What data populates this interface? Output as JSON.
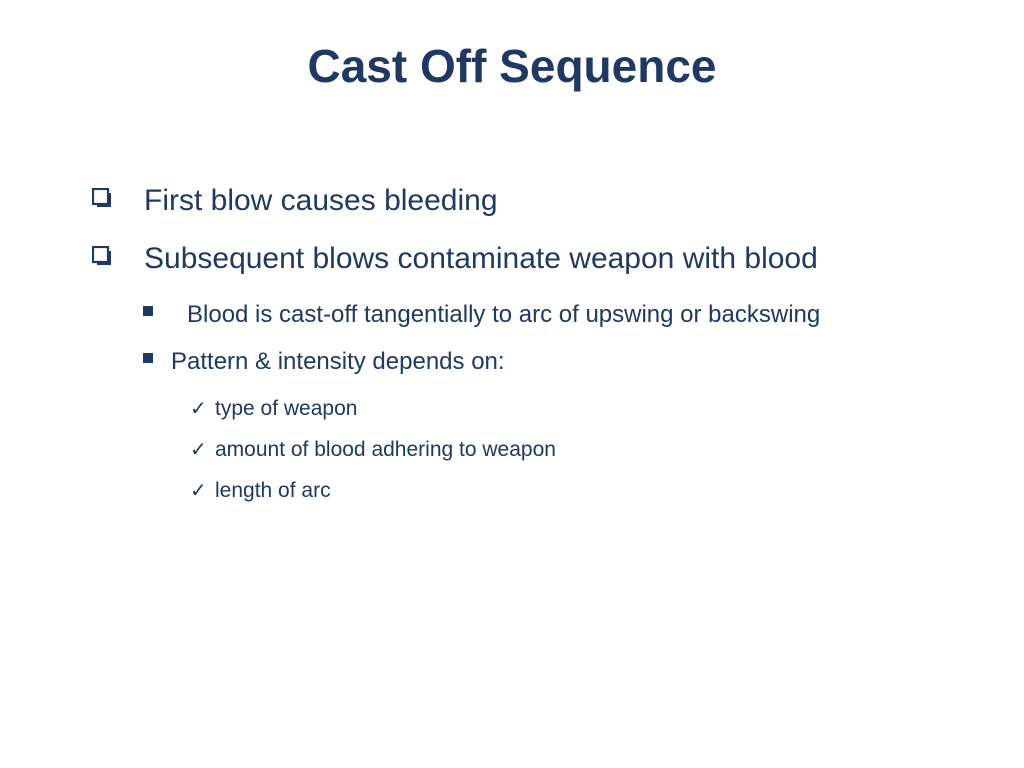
{
  "slide": {
    "title": "Cast Off Sequence",
    "bullets": [
      {
        "level": 1,
        "icon": "hollow-square-icon",
        "text": "First blow causes bleeding"
      },
      {
        "level": 1,
        "icon": "hollow-square-icon",
        "text": "Subsequent blows contaminate weapon with blood"
      },
      {
        "level": 2,
        "icon": "filled-square-icon",
        "text": "Blood is cast-off tangentially to arc of upswing or backswing"
      },
      {
        "level": 2,
        "icon": "filled-square-icon",
        "text": "Pattern & intensity depends on:"
      },
      {
        "level": 3,
        "icon": "check-icon",
        "text": "type of weapon"
      },
      {
        "level": 3,
        "icon": "check-icon",
        "text": "amount of blood adhering to weapon"
      },
      {
        "level": 3,
        "icon": "check-icon",
        "text": "length of arc"
      }
    ],
    "colors": {
      "text": "#1f3864",
      "background": "#ffffff"
    }
  }
}
